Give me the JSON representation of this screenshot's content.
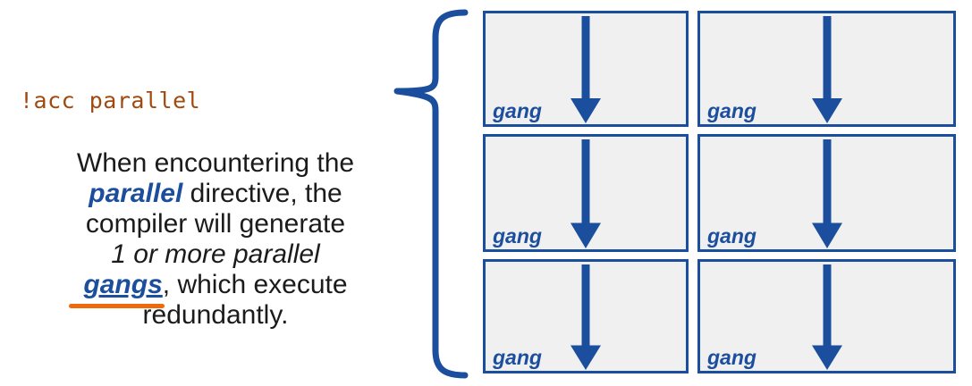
{
  "code": {
    "text": "!acc parallel"
  },
  "paragraph": {
    "lines": [
      {
        "segments": [
          {
            "text": "When encountering the",
            "style": "plain"
          }
        ]
      },
      {
        "segments": [
          {
            "text": "parallel",
            "style": "keyword"
          },
          {
            "text": " directive, the",
            "style": "plain"
          }
        ]
      },
      {
        "segments": [
          {
            "text": "compiler will generate",
            "style": "plain"
          }
        ]
      },
      {
        "segments": [
          {
            "text": "1 or more parallel",
            "style": "italic"
          }
        ]
      },
      {
        "segments": [
          {
            "text": "gangs",
            "style": "gangs-link"
          },
          {
            "text": ", which execute",
            "style": "plain"
          }
        ]
      },
      {
        "segments": [
          {
            "text": "redundantly.",
            "style": "plain"
          }
        ]
      }
    ]
  },
  "grid": {
    "boxes": [
      {
        "label": "gang"
      },
      {
        "label": "gang"
      },
      {
        "label": "gang"
      },
      {
        "label": "gang"
      },
      {
        "label": "gang"
      },
      {
        "label": "gang"
      }
    ]
  },
  "colors": {
    "accent_blue": "#1B4E9D",
    "code_brown": "#A04A10",
    "highlight_orange": "#EE6A0C",
    "box_fill": "#F0F0F1",
    "text_black": "#1B1B1B"
  }
}
